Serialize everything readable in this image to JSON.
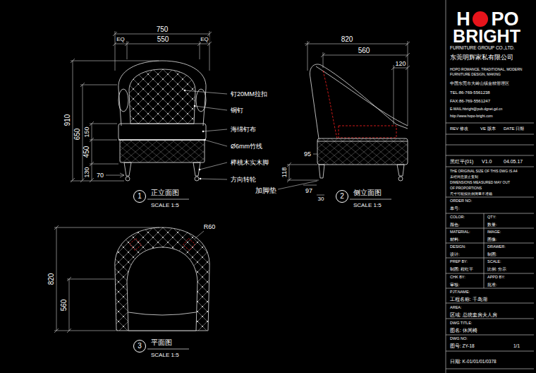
{
  "diagram": {
    "nodes": [
      {
        "text": [
          "1"
        ]
      },
      {
        "text": [
          "2"
        ]
      },
      {
        "text": [
          "3"
        ]
      }
    ],
    "labels": [
      "750",
      "EQ",
      "550",
      "EQ",
      "910",
      "650",
      "150",
      "450",
      "130",
      "70",
      "钉20MM拉扣",
      "铜钉",
      "海绵钉布",
      "Ø6mm竹线",
      "榉桃木实木脚",
      "方向转轮",
      "正立面图",
      "SCALE 1:5",
      "820",
      "560",
      "120",
      "95",
      "118",
      "97",
      "30",
      "加脚垫",
      "侧立面图",
      "SCALE 1:5",
      "R60",
      "820",
      "560",
      "平面图",
      "SCALE 1:5",
      "H",
      "PO",
      "BRIGHT",
      "FURNITURE GROUP CO.,LTD.",
      "东莞明辉家私有限公司",
      "HOPO ROMANCE, TRADITIONAL, MODERN",
      "FURNITURE DESIGN, MAKING",
      "中国东莞市大岭山镇金桔管理区",
      "TEL:86-769-5561238",
      "FAX:86-769-5561247",
      "E-MAIL:hbright@pub.dgnet.gd.cn",
      "http://www.hopo-bright.com",
      "REV 修改",
      "VE 版本",
      "DATE 日期",
      "黑红平(01)",
      "V1.0",
      "04.05.17",
      "THE ORIGINAL SIZE OF THIS DWG IS A4",
      "未经同意禁止复制",
      "DIMENSIONS MEASURED MAY OUT",
      "OF PROPORTIONS",
      "尺寸可能按比例测量不准确",
      "ORDER NO:",
      "单号:",
      "COLOR:",
      "QTY:",
      "颜色:",
      "数量:",
      "MATERIAL:",
      "IMAGE:",
      "材料:",
      "图像:",
      "DESIGN:",
      "DRAWER:",
      "设计:",
      "制图:",
      "PREP BY:",
      "SCALE:",
      "制图: 程红平",
      "比例: 分示",
      "CHK BY:",
      "APPD BY:",
      "审核:",
      "批准:",
      "PJT.NAME:",
      "工程名称: 千岛湖",
      "AREA:",
      "区域: 总统套房夫人房",
      "DWG TITLE:",
      "图名: 休闲椅",
      "DWG NO:",
      "图号: ZY-18",
      "1/1",
      "日期: K-01/01/01/0378"
    ]
  }
}
